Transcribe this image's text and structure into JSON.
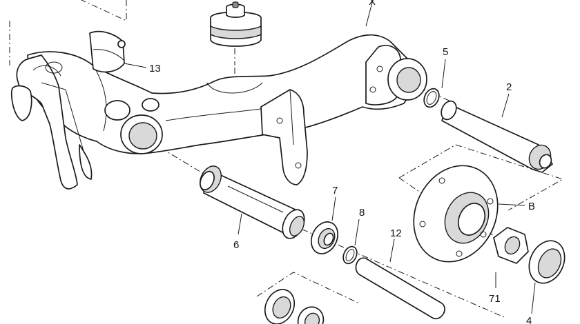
{
  "callouts": {
    "x_top": "X",
    "c13": "13",
    "c5": "5",
    "c2": "2",
    "c6": "6",
    "c7": "7",
    "c8": "8",
    "c12": "12",
    "cB": "B",
    "c71": "71",
    "c4": "4"
  }
}
